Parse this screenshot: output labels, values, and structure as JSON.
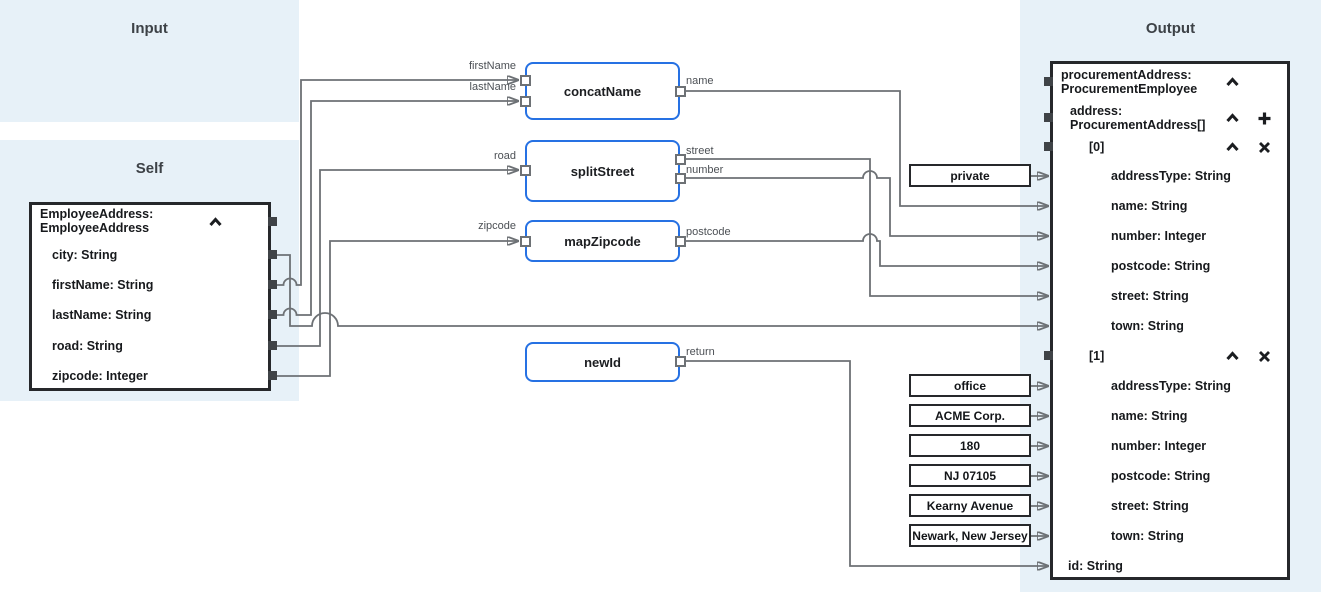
{
  "panels": {
    "input": {
      "title": "Input"
    },
    "self": {
      "title": "Self"
    },
    "output": {
      "title": "Output"
    }
  },
  "self_tree": {
    "header_line1": "EmployeeAddress:",
    "header_line2": "EmployeeAddress",
    "fields": [
      "city: String",
      "firstName: String",
      "lastName: String",
      "road: String",
      "zipcode: Integer"
    ]
  },
  "functions": [
    {
      "label": "concatName",
      "input_labels": [
        "firstName",
        "lastName"
      ],
      "output_labels": [
        "name"
      ]
    },
    {
      "label": "splitStreet",
      "input_labels": [
        "road"
      ],
      "output_labels": [
        "street",
        "number"
      ]
    },
    {
      "label": "mapZipcode",
      "input_labels": [
        "zipcode"
      ],
      "output_labels": [
        "postcode"
      ]
    },
    {
      "label": "newId",
      "input_labels": [],
      "output_labels": [
        "return"
      ]
    }
  ],
  "constants": [
    "private",
    "office",
    "ACME Corp.",
    "180",
    "NJ 07105",
    "Kearny Avenue",
    "Newark, New Jersey"
  ],
  "output_tree": {
    "root": {
      "line1": "procurementAddress:",
      "line2": "ProcurementEmployee"
    },
    "address": {
      "line1": "address:",
      "line2": "ProcurementAddress[]"
    },
    "item0_label": "[0]",
    "item0_fields": [
      "addressType: String",
      "name: String",
      "number: Integer",
      "postcode: String",
      "street: String",
      "town: String"
    ],
    "item1_label": "[1]",
    "item1_fields": [
      "addressType: String",
      "name: String",
      "number: Integer",
      "postcode: String",
      "street: String",
      "town: String"
    ],
    "id_field": "id: String"
  },
  "connections": [
    {
      "from": "self.city",
      "to": "address[0].town"
    },
    {
      "from": "self.firstName",
      "to": "concatName.firstName"
    },
    {
      "from": "self.lastName",
      "to": "concatName.lastName"
    },
    {
      "from": "self.road",
      "to": "splitStreet.road"
    },
    {
      "from": "self.zipcode",
      "to": "mapZipcode.zipcode"
    },
    {
      "from": "concatName.name",
      "to": "address[0].name"
    },
    {
      "from": "splitStreet.street",
      "to": "address[0].street"
    },
    {
      "from": "splitStreet.number",
      "to": "address[0].number"
    },
    {
      "from": "mapZipcode.postcode",
      "to": "address[0].postcode"
    },
    {
      "from": "newId.return",
      "to": "id"
    },
    {
      "from": "constant.private",
      "to": "address[0].addressType"
    },
    {
      "from": "constant.office",
      "to": "address[1].addressType"
    },
    {
      "from": "constant.ACME Corp.",
      "to": "address[1].name"
    },
    {
      "from": "constant.180",
      "to": "address[1].number"
    },
    {
      "from": "constant.NJ 07105",
      "to": "address[1].postcode"
    },
    {
      "from": "constant.Kearny Avenue",
      "to": "address[1].street"
    },
    {
      "from": "constant.Newark, New Jersey",
      "to": "address[1].town"
    }
  ],
  "colors": {
    "panel_bg": "#e7f1f8",
    "function_border": "#2671e3",
    "node_border": "#26282b",
    "wire": "#6d7175",
    "arrow": "#3f4347"
  }
}
